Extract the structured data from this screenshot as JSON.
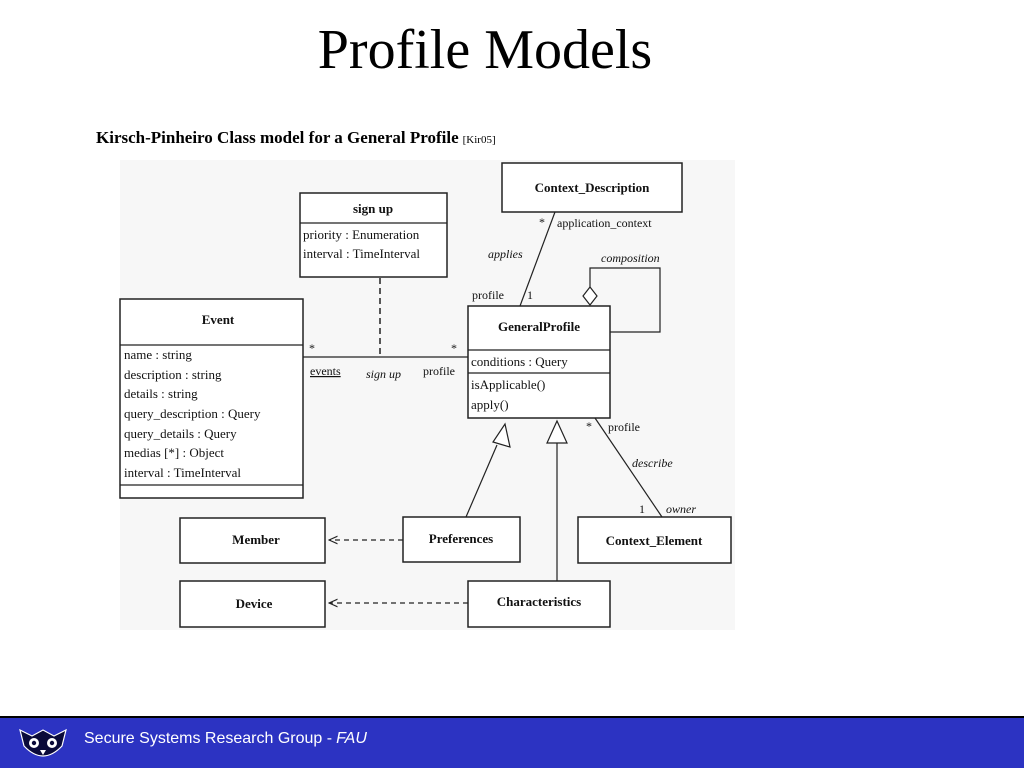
{
  "title": "Profile Models",
  "subtitle": {
    "text": "Kirsch-Pinheiro Class model for a General Profile",
    "ref": "[Kir05]"
  },
  "diagram": {
    "classes": {
      "sign_up": {
        "name": "sign up",
        "attrs": [
          "priority : Enumeration",
          "interval : TimeInterval"
        ]
      },
      "event": {
        "name": "Event",
        "attrs": [
          "name : string",
          "description : string",
          "details : string",
          "query_description : Query",
          "query_details : Query",
          "medias [*] : Object",
          "interval : TimeInterval"
        ]
      },
      "context_description": {
        "name": "Context_Description"
      },
      "general_profile": {
        "name": "GeneralProfile",
        "attrs": [
          "conditions : Query"
        ],
        "methods": [
          "isApplicable()",
          "apply()"
        ]
      },
      "member": {
        "name": "Member"
      },
      "preferences": {
        "name": "Preferences"
      },
      "context_element": {
        "name": "Context_Element"
      },
      "device": {
        "name": "Device"
      },
      "characteristics": {
        "name": "Characteristics"
      }
    },
    "labels": {
      "application_context": "application_context",
      "star_app": "*",
      "applies": "applies",
      "profile_top": "profile",
      "one_top": "1",
      "composition": "composition",
      "star_event": "*",
      "events": "events",
      "sign_up_assoc": "sign up",
      "profile_mid": "profile",
      "star_profile": "*",
      "star_bottom": "*",
      "profile_bottom": "profile",
      "describe": "describe",
      "one_bottom": "1",
      "owner": "owner"
    }
  },
  "footer": {
    "text": "Secure Systems Research Group -",
    "fau": "FAU"
  },
  "colors": {
    "footer_bg": "#2c33c2",
    "footer_text": "#ffffff",
    "diagram_bg": "#f7f7f7"
  }
}
